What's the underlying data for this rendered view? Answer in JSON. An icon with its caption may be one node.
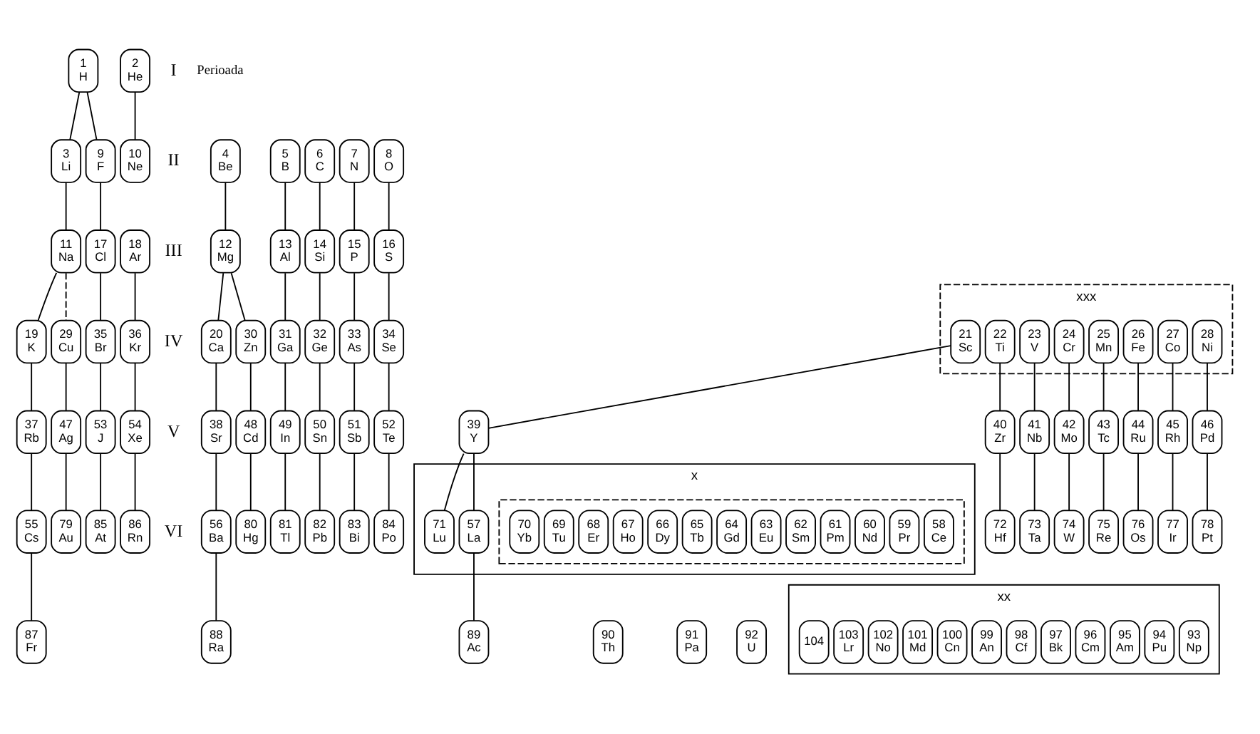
{
  "diagram": {
    "nodes": [
      {
        "text": [
          "1",
          "H"
        ]
      },
      {
        "text": [
          "2",
          "He"
        ]
      },
      {
        "text": [
          "3",
          "Li"
        ]
      },
      {
        "text": [
          "4",
          "Be"
        ]
      },
      {
        "text": [
          "5",
          "B"
        ]
      },
      {
        "text": [
          "6",
          "C"
        ]
      },
      {
        "text": [
          "7",
          "N"
        ]
      },
      {
        "text": [
          "8",
          "O"
        ]
      },
      {
        "text": [
          "9",
          "F"
        ]
      },
      {
        "text": [
          "10",
          "Ne"
        ]
      },
      {
        "text": [
          "11",
          "Na"
        ]
      },
      {
        "text": [
          "12",
          "Mg"
        ]
      },
      {
        "text": [
          "13",
          "Al"
        ]
      },
      {
        "text": [
          "14",
          "Si"
        ]
      },
      {
        "text": [
          "15",
          "P"
        ]
      },
      {
        "text": [
          "16",
          "S"
        ]
      },
      {
        "text": [
          "17",
          "Cl"
        ]
      },
      {
        "text": [
          "18",
          "Ar"
        ]
      },
      {
        "text": [
          "19",
          "K"
        ]
      },
      {
        "text": [
          "20",
          "Ca"
        ]
      },
      {
        "text": [
          "xxx"
        ]
      },
      {
        "text": [
          "21",
          "Sc"
        ],
        "in": 20
      },
      {
        "text": [
          "22",
          "Ti"
        ],
        "in": 20
      },
      {
        "text": [
          "23",
          "V"
        ],
        "in": 20
      },
      {
        "text": [
          "24",
          "Cr"
        ],
        "in": 20
      },
      {
        "text": [
          "25",
          "Mn"
        ],
        "in": 20
      },
      {
        "text": [
          "26",
          "Fe"
        ],
        "in": 20
      },
      {
        "text": [
          "27",
          "Co"
        ],
        "in": 20
      },
      {
        "text": [
          "28",
          "Ni"
        ],
        "in": 20
      },
      {
        "text": [
          "29",
          "Cu"
        ]
      },
      {
        "text": [
          "30",
          "Zn"
        ]
      },
      {
        "text": [
          "31",
          "Ga"
        ]
      },
      {
        "text": [
          "32",
          "Ge"
        ]
      },
      {
        "text": [
          "33",
          "As"
        ]
      },
      {
        "text": [
          "34",
          "Se"
        ]
      },
      {
        "text": [
          "35",
          "Br"
        ]
      },
      {
        "text": [
          "36",
          "Kr"
        ]
      },
      {
        "text": [
          "37",
          "Rb"
        ]
      },
      {
        "text": [
          "38",
          "Sr"
        ]
      },
      {
        "text": [
          "39",
          "Y"
        ]
      },
      {
        "text": [
          "40",
          "Zr"
        ]
      },
      {
        "text": [
          "41",
          "Nb"
        ]
      },
      {
        "text": [
          "42",
          "Mo"
        ]
      },
      {
        "text": [
          "43",
          "Tc"
        ]
      },
      {
        "text": [
          "44",
          "Ru"
        ]
      },
      {
        "text": [
          "45",
          "Rh"
        ]
      },
      {
        "text": [
          "46",
          "Pd"
        ]
      },
      {
        "text": [
          "47",
          "Ag"
        ]
      },
      {
        "text": [
          "48",
          "Cd"
        ]
      },
      {
        "text": [
          "49",
          "In"
        ]
      },
      {
        "text": [
          "50",
          "Sn"
        ]
      },
      {
        "text": [
          "51",
          "Sb"
        ]
      },
      {
        "text": [
          "52",
          "Te"
        ]
      },
      {
        "text": [
          "53",
          "J"
        ]
      },
      {
        "text": [
          "54",
          "Xe"
        ]
      },
      {
        "text": [
          "55",
          "Cs"
        ]
      },
      {
        "text": [
          "56",
          "Ba"
        ]
      },
      {
        "text": [
          "x"
        ]
      },
      {
        "text": [
          "57",
          "La"
        ],
        "in": 57
      },
      {
        "text": [],
        "shape": "box",
        "in": 57
      },
      {
        "text": [
          "58",
          "Ce"
        ],
        "in": 59
      },
      {
        "text": [
          "59",
          "Pr"
        ],
        "in": 59
      },
      {
        "text": [
          "60",
          "Nd"
        ],
        "in": 59
      },
      {
        "text": [
          "61",
          "Pm"
        ],
        "in": 59
      },
      {
        "text": [
          "62",
          "Sm"
        ],
        "in": 59
      },
      {
        "text": [
          "63",
          "Eu"
        ],
        "in": 59
      },
      {
        "text": [
          "64",
          "Gd"
        ],
        "in": 59
      },
      {
        "text": [
          "65",
          "Tb"
        ],
        "in": 59
      },
      {
        "text": [
          "66",
          "Dy"
        ],
        "in": 59
      },
      {
        "text": [
          "67",
          "Ho"
        ],
        "in": 59
      },
      {
        "text": [
          "68",
          "Er"
        ],
        "in": 59
      },
      {
        "text": [
          "69",
          "Tu"
        ],
        "in": 59
      },
      {
        "text": [
          "70",
          "Yb"
        ],
        "in": 59
      },
      {
        "text": [
          "71",
          "Lu"
        ],
        "in": 57
      },
      {
        "text": [
          "72",
          "Hf"
        ]
      },
      {
        "text": [
          "73",
          "Ta"
        ]
      },
      {
        "text": [
          "74",
          "W"
        ]
      },
      {
        "text": [
          "75",
          "Re"
        ]
      },
      {
        "text": [
          "76",
          "Os"
        ]
      },
      {
        "text": [
          "77",
          "Ir"
        ]
      },
      {
        "text": [
          "78",
          "Pt"
        ]
      },
      {
        "text": [
          "79",
          "Au"
        ]
      },
      {
        "text": [
          "80",
          "Hg"
        ]
      },
      {
        "text": [
          "81",
          "Tl"
        ]
      },
      {
        "text": [
          "82",
          "Pb"
        ]
      },
      {
        "text": [
          "83",
          "Bi"
        ]
      },
      {
        "text": [
          "84",
          "Po"
        ]
      },
      {
        "text": [
          "85",
          "At"
        ]
      },
      {
        "text": [
          "86",
          "Rn"
        ]
      },
      {
        "text": [
          "87",
          "Fr"
        ]
      },
      {
        "text": [
          "88",
          "Ra"
        ]
      },
      {
        "text": [
          "89",
          "Ac"
        ]
      },
      {
        "text": [
          "90",
          "Th"
        ]
      },
      {
        "text": [
          "91",
          "Pa"
        ]
      },
      {
        "text": [
          "92",
          "U"
        ]
      },
      {
        "text": [
          "xx"
        ]
      },
      {
        "text": [
          "93",
          "Np"
        ],
        "in": 95
      },
      {
        "text": [
          "94",
          "Pu"
        ],
        "in": 95
      },
      {
        "text": [
          "95",
          "Am"
        ],
        "in": 95
      },
      {
        "text": [
          "96",
          "Cm"
        ],
        "in": 95
      },
      {
        "text": [
          "97",
          "Bk"
        ],
        "in": 95
      },
      {
        "text": [
          "98",
          "Cf"
        ],
        "in": 95
      },
      {
        "text": [
          "99",
          "An"
        ],
        "in": 95
      },
      {
        "text": [
          "100",
          "Cn"
        ],
        "in": 95
      },
      {
        "text": [
          "101",
          "Md"
        ],
        "in": 95
      },
      {
        "text": [
          "102",
          "No"
        ],
        "in": 95
      },
      {
        "text": [
          "103",
          "Lr"
        ],
        "in": 95
      },
      {
        "text": [
          "104"
        ],
        "in": 95
      }
    ],
    "edges": [
      {
        "from": 0,
        "to": 2,
        "arrow": "none"
      },
      {
        "from": 0,
        "to": 8,
        "arrow": "none"
      },
      {
        "from": 1,
        "to": 9,
        "arrow": "none"
      },
      {
        "from": 2,
        "to": 10,
        "arrow": "none"
      },
      {
        "from": 3,
        "to": 11,
        "arrow": "none"
      },
      {
        "from": 4,
        "to": 12,
        "arrow": "none"
      },
      {
        "from": 5,
        "to": 13,
        "arrow": "none"
      },
      {
        "from": 6,
        "to": 14,
        "arrow": "none"
      },
      {
        "from": 7,
        "to": 15,
        "arrow": "none"
      },
      {
        "from": 8,
        "to": 16,
        "arrow": "none"
      },
      {
        "from": 10,
        "to": 18,
        "arrow": "none"
      },
      {
        "from": 11,
        "to": 19,
        "arrow": "none"
      },
      {
        "from": 10,
        "to": 29,
        "arrow": "none",
        "style": "dashed"
      },
      {
        "from": 11,
        "to": 30,
        "arrow": "none"
      },
      {
        "from": 12,
        "to": 31,
        "arrow": "none"
      },
      {
        "from": 13,
        "to": 32,
        "arrow": "none"
      },
      {
        "from": 14,
        "to": 33,
        "arrow": "none"
      },
      {
        "from": 15,
        "to": 34,
        "arrow": "none"
      },
      {
        "from": 16,
        "to": 35,
        "arrow": "none"
      },
      {
        "from": 17,
        "to": 36,
        "arrow": "none"
      },
      {
        "from": 18,
        "to": 37,
        "arrow": "none"
      },
      {
        "from": 19,
        "to": 38,
        "arrow": "none"
      },
      {
        "from": 21,
        "to": 39,
        "arrow": "none"
      },
      {
        "from": 22,
        "to": 40,
        "arrow": "none"
      },
      {
        "from": 23,
        "to": 41,
        "arrow": "none"
      },
      {
        "from": 24,
        "to": 42,
        "arrow": "none"
      },
      {
        "from": 25,
        "to": 43,
        "arrow": "none"
      },
      {
        "from": 26,
        "to": 44,
        "arrow": "none"
      },
      {
        "from": 27,
        "to": 45,
        "arrow": "none"
      },
      {
        "from": 28,
        "to": 46,
        "arrow": "none"
      },
      {
        "from": 29,
        "to": 47,
        "arrow": "none"
      },
      {
        "from": 30,
        "to": 48,
        "arrow": "none"
      },
      {
        "from": 31,
        "to": 49,
        "arrow": "none"
      },
      {
        "from": 32,
        "to": 50,
        "arrow": "none"
      },
      {
        "from": 33,
        "to": 51,
        "arrow": "none"
      },
      {
        "from": 34,
        "to": 52,
        "arrow": "none"
      },
      {
        "from": 35,
        "to": 53,
        "arrow": "none"
      },
      {
        "from": 36,
        "to": 54,
        "arrow": "none"
      },
      {
        "from": 37,
        "to": 55,
        "arrow": "none"
      },
      {
        "from": 38,
        "to": 56,
        "arrow": "none"
      },
      {
        "from": 39,
        "to": 58,
        "arrow": "none"
      },
      {
        "from": 39,
        "to": 73,
        "arrow": "none"
      },
      {
        "from": 40,
        "to": 74,
        "arrow": "none"
      },
      {
        "from": 41,
        "to": 75,
        "arrow": "none"
      },
      {
        "from": 42,
        "to": 76,
        "arrow": "none"
      },
      {
        "from": 43,
        "to": 77,
        "arrow": "none"
      },
      {
        "from": 44,
        "to": 78,
        "arrow": "none"
      },
      {
        "from": 45,
        "to": 79,
        "arrow": "none"
      },
      {
        "from": 46,
        "to": 80,
        "arrow": "none"
      },
      {
        "from": 47,
        "to": 81,
        "arrow": "none"
      },
      {
        "from": 48,
        "to": 82,
        "arrow": "none"
      },
      {
        "from": 49,
        "to": 83,
        "arrow": "none"
      },
      {
        "from": 50,
        "to": 84,
        "arrow": "none"
      },
      {
        "from": 51,
        "to": 85,
        "arrow": "none"
      },
      {
        "from": 52,
        "to": 86,
        "arrow": "none"
      },
      {
        "from": 53,
        "to": 87,
        "arrow": "none"
      },
      {
        "from": 54,
        "to": 88,
        "arrow": "none"
      },
      {
        "from": 55,
        "to": 89,
        "arrow": "none"
      },
      {
        "from": 56,
        "to": 90,
        "arrow": "none"
      },
      {
        "from": 58,
        "to": 91,
        "arrow": "none"
      }
    ],
    "labels": [
      "Perioada",
      "I",
      "II",
      "III",
      "IV",
      "V",
      "VI"
    ]
  }
}
